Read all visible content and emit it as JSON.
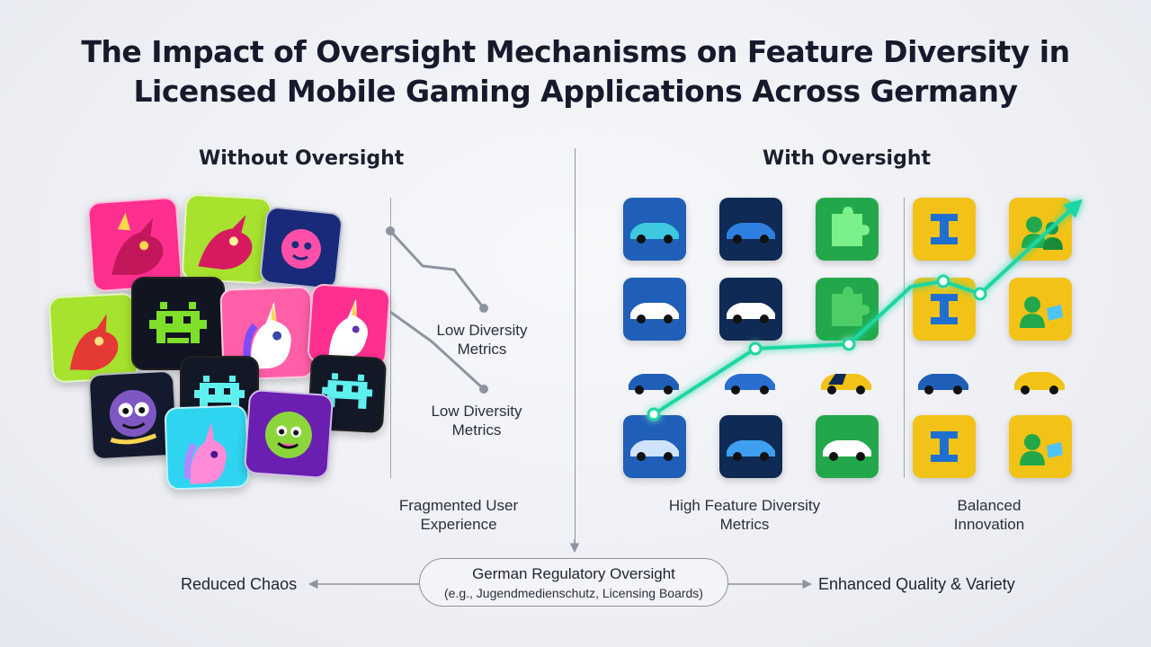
{
  "title": {
    "line1": "The Impact of Oversight Mechanisms on Feature Diversity in",
    "line2": "Licensed Mobile Gaming Applications Across Germany"
  },
  "left": {
    "heading": "Without Oversight",
    "metric_label_1": "Low Diversity Metrics",
    "metric_label_2": "Low Diversity Metrics",
    "bottom_label": "Fragmented User Experience",
    "icons": [
      "dragon-icon",
      "dragon-icon",
      "alien-blob-icon",
      "dragon-icon",
      "space-invader-icon",
      "unicorn-icon",
      "unicorn-icon",
      "monster-icon",
      "space-invader-icon",
      "space-invader-icon",
      "unicorn-icon",
      "monster-icon"
    ]
  },
  "right": {
    "heading": "With Oversight",
    "label_center": "High Feature Diversity Metrics",
    "label_right": "Balanced Innovation",
    "icons": [
      "car-icon",
      "puzzle-icon",
      "gate-icon",
      "people-icon"
    ]
  },
  "bottom": {
    "pill_line1": "German Regulatory Oversight",
    "pill_line2": "(e.g., Jugendmedienschutz, Licensing Boards)",
    "left_text": "Reduced Chaos",
    "right_text": "Enhanced Quality & Variety"
  },
  "colors": {
    "trend_line": "#1fd6a3",
    "left_trend": "#8e93a0",
    "blue_tile": "#1f5fb8",
    "navy_tile": "#0f2a55",
    "green_tile": "#22a84a",
    "yellow_tile": "#f2c316"
  }
}
